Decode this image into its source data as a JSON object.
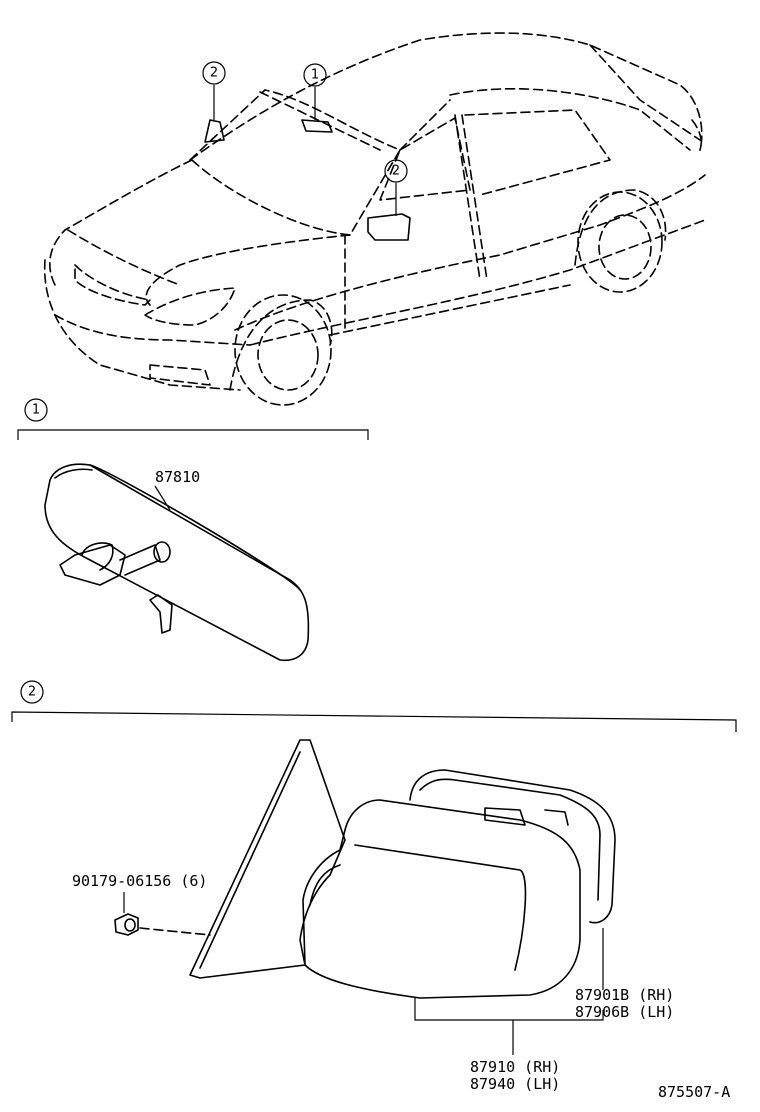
{
  "callouts": {
    "rear_view": "1",
    "outer_mirror": "2"
  },
  "sections": {
    "section1_number": "1",
    "section2_number": "2"
  },
  "parts": {
    "inner_mirror": "87810",
    "screw": "90179-06156 (6)",
    "mirror_glass_rh": "87901B (RH)",
    "mirror_glass_lh": "87906B (LH)",
    "outer_mirror_rh": "87910 (RH)",
    "outer_mirror_lh": "87940 (LH)"
  },
  "figure_id": "875507-A"
}
